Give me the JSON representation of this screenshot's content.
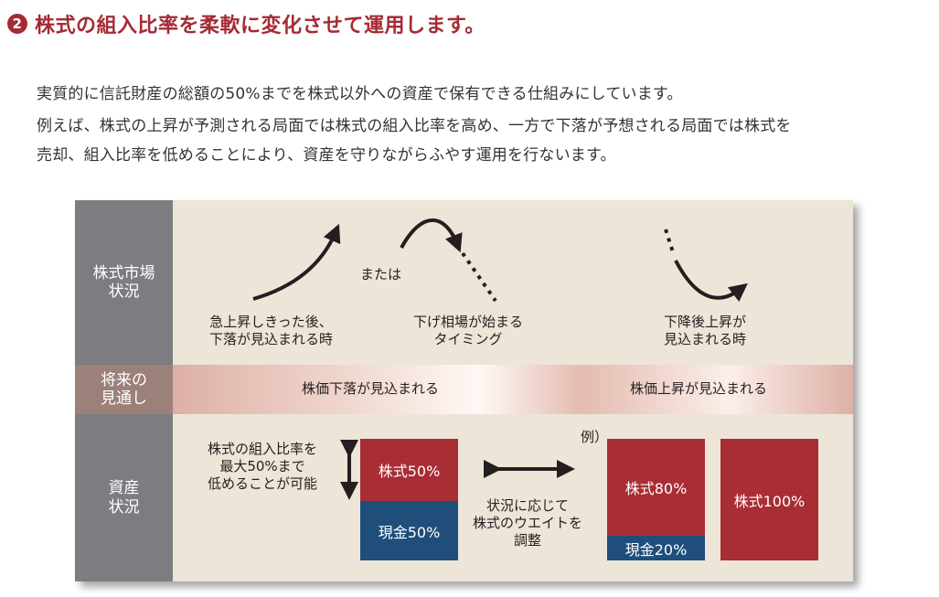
{
  "heading": {
    "number": "2",
    "title": "株式の組入比率を柔軟に変化させて運用します。"
  },
  "paragraphs": [
    "実質的に信託財産の総額の50%までを株式以外への資産で保有できる仕組みにしています。",
    "例えば、株式の上昇が予測される局面では株式の組入比率を高め、一方で下落が予想される局面では株式を",
    "売却、組入比率を低めることにより、資産を守りながらふやす運用を行ないます。"
  ],
  "diagram": {
    "rows": {
      "market": {
        "label_line1": "株式市場",
        "label_line2": "状況"
      },
      "outlook": {
        "label_line1": "将来の",
        "label_line2": "見通し"
      },
      "assets": {
        "label_line1": "資産",
        "label_line2": "状況"
      }
    },
    "market": {
      "scenario1": {
        "line1": "急上昇しきった後、",
        "line2": "下落が見込まれる時"
      },
      "or_text": "または",
      "scenario2": {
        "line1": "下げ相場が始まる",
        "line2": "タイミング"
      },
      "scenario3": {
        "line1": "下降後上昇が",
        "line2": "見込まれる時"
      }
    },
    "outlook": {
      "down": "株価下落が見込まれる",
      "up": "株価上昇が見込まれる"
    },
    "assets": {
      "note": {
        "line1": "株式の組入比率を",
        "line2": "最大50%まで",
        "line3": "低めることが可能"
      },
      "adjust": {
        "line1": "状況に応じて",
        "line2": "株式のウエイトを",
        "line3": "調整"
      },
      "example_label": "例）",
      "allocations": [
        {
          "stock_label": "株式50%",
          "cash_label": "現金50%",
          "stock_pct": 50,
          "cash_pct": 50
        },
        {
          "stock_label": "株式80%",
          "cash_label": "現金20%",
          "stock_pct": 80,
          "cash_pct": 20
        },
        {
          "stock_label": "株式100%",
          "stock_pct": 100,
          "cash_pct": 0
        }
      ]
    },
    "colors": {
      "stock": "#a92d35",
      "cash": "#1f4e7a",
      "accent": "#a52a33"
    }
  }
}
